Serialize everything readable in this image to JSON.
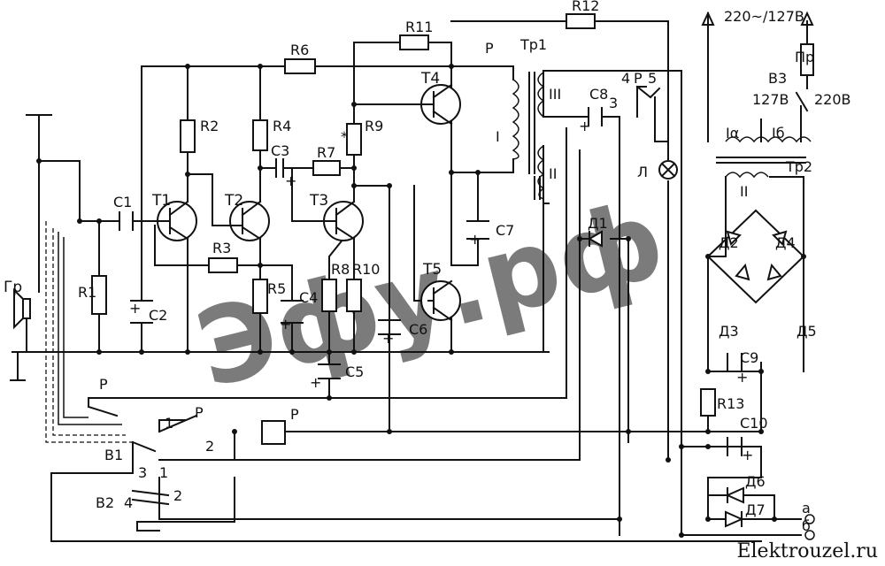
{
  "watermark": "Эфу.рф",
  "site_label": "Elektrouzel.ru",
  "labels": {
    "R1": "R1",
    "R2": "R2",
    "R3": "R3",
    "R4": "R4",
    "R5": "R5",
    "R6": "R6",
    "R7": "R7",
    "R8": "R8",
    "R9": "R9",
    "R10": "R10",
    "R11": "R11",
    "R12": "R12",
    "R13": "R13",
    "C1": "C1",
    "C2": "C2",
    "C3": "C3",
    "C4": "C4",
    "C5": "C5",
    "C6": "C6",
    "C7": "C7",
    "C8": "C8",
    "C9": "C9",
    "C10": "C10",
    "T1": "T1",
    "T2": "T2",
    "T3": "T3",
    "T4": "T4",
    "T5": "T5",
    "D1": "Д1",
    "D2": "Д2",
    "D3": "Д3",
    "D4": "Д4",
    "D5": "Д5",
    "D6": "Д6",
    "D7": "Д7",
    "Tr1": "Тр1",
    "Tr2": "Тр2",
    "Gr": "Гр",
    "L": "Л",
    "Pr": "Пр",
    "B1": "B1",
    "B2": "B2",
    "B3": "B3",
    "P": "Р",
    "wind_I": "I",
    "wind_II": "II",
    "wind_III": "III",
    "Ia": "Iα",
    "Ib": "Iб",
    "II_tr2": "II",
    "v220_127": "220~/127B",
    "v127": "127B",
    "v220": "220B",
    "term_a": "а",
    "term_b": "б",
    "n1": "1",
    "n2": "2",
    "n3": "3",
    "n4": "4",
    "n5": "5",
    "plus": "+",
    "star": "*"
  }
}
